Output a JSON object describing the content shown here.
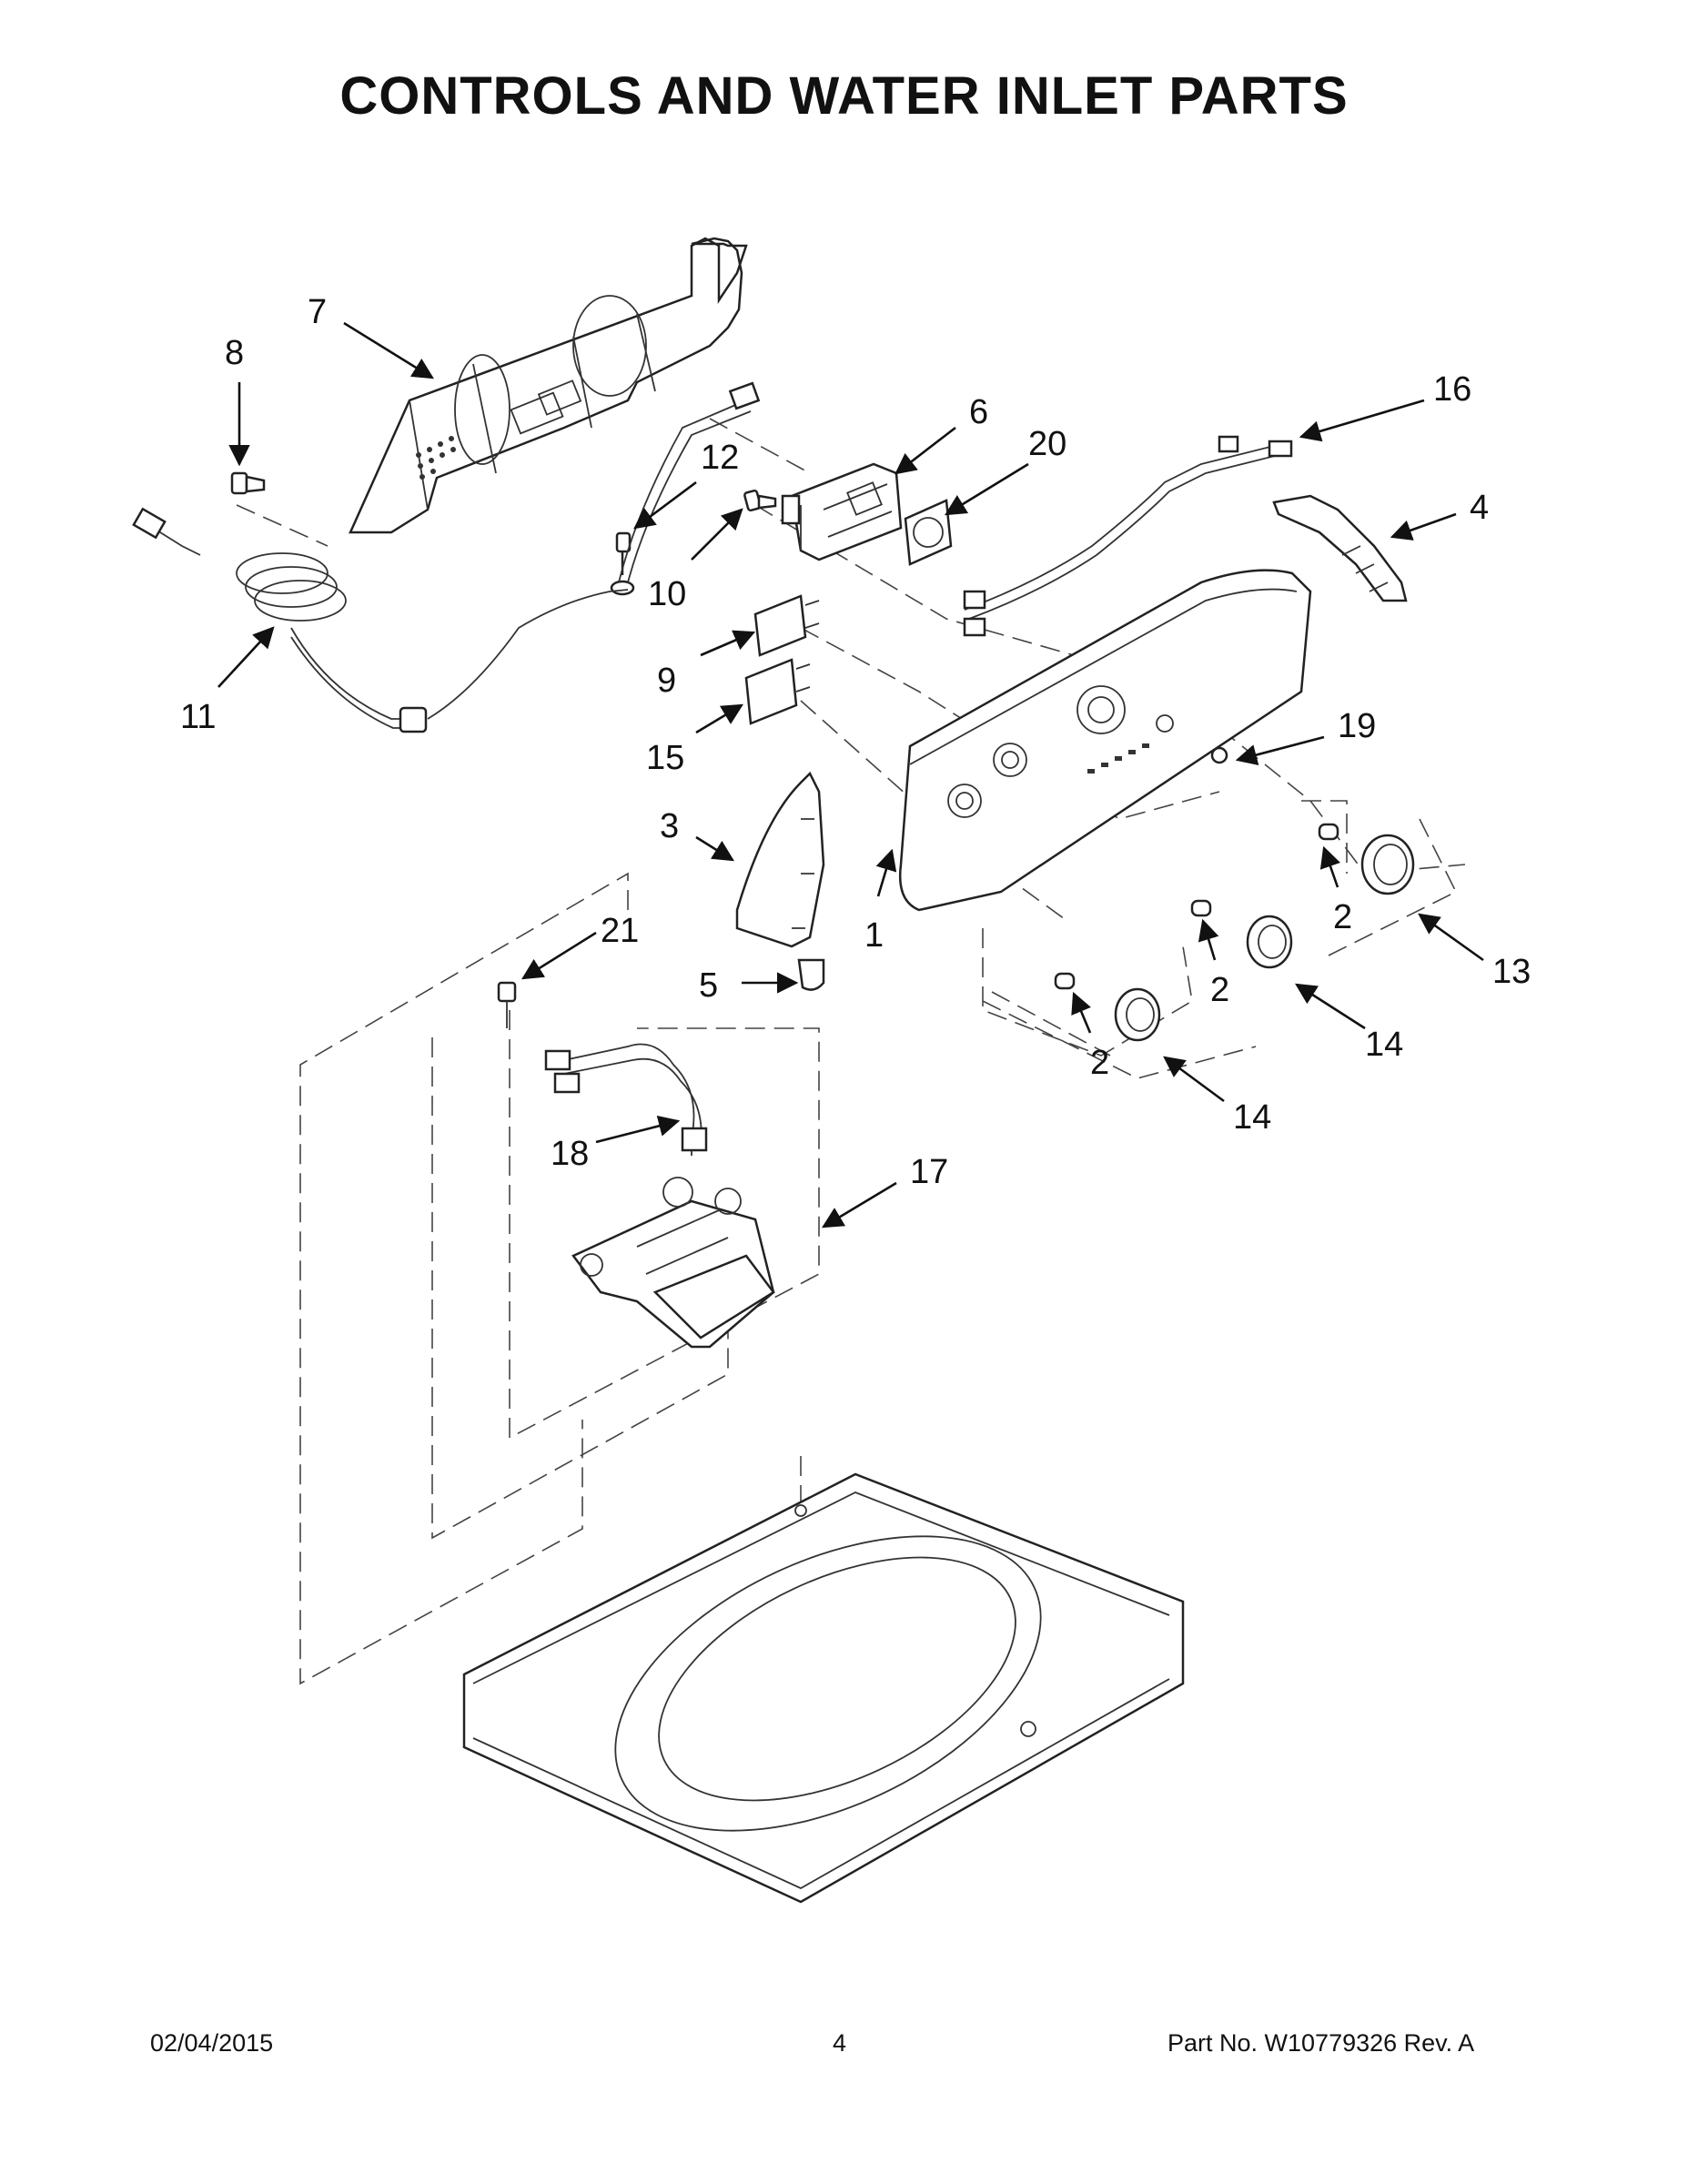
{
  "title": "CONTROLS AND WATER INLET PARTS",
  "callouts": [
    "7",
    "8",
    "12",
    "16",
    "6",
    "20",
    "4",
    "10",
    "11",
    "9",
    "15",
    "19",
    "3",
    "1",
    "21",
    "5",
    "2",
    "13",
    "14",
    "18",
    "17"
  ],
  "footer": {
    "date": "02/04/2015",
    "page": "4",
    "part_no": "Part No.  W10779326  Rev.  A"
  }
}
